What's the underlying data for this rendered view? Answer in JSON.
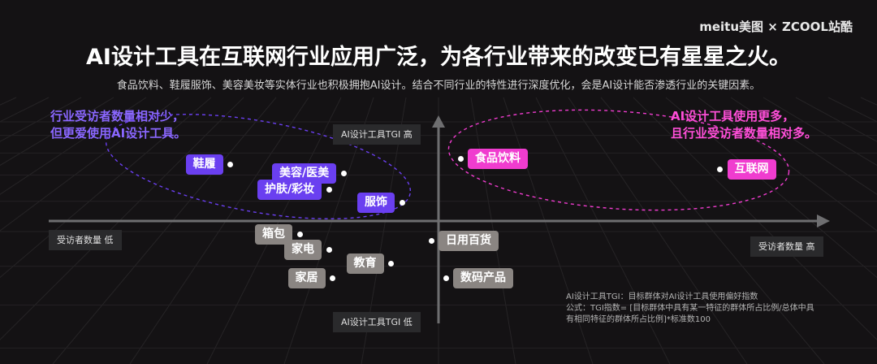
{
  "brand": {
    "text": "meitu美图 × ZCOOL站酷"
  },
  "title": "AI设计工具在互联网行业应用广泛，为各行业带来的改变已有星星之火。",
  "subtitle": "食品饮料、鞋履服饰、美容美妆等实体行业也积极拥抱AI设计。结合不同行业的特性进行深度优化，会是AI设计能否渗透行业的关键因素。",
  "notes": {
    "left": [
      "行业受访者数量相对少，",
      "但更爱使用AI设计工具。"
    ],
    "right": [
      "AI设计工具使用更多，",
      "且行业受访者数量相对多。"
    ]
  },
  "colors": {
    "purple": "#6a3ff0",
    "pink": "#f03ccf",
    "grey": "#8a8582",
    "background": "#141214"
  },
  "chart_data": {
    "type": "scatter",
    "title": "AI设计工具在互联网行业应用广泛，为各行业带来的改变已有星星之火。",
    "axes": {
      "x": {
        "low_label": "受访者数量 低",
        "high_label": "受访者数量 高"
      },
      "y": {
        "high_label": "AI设计工具TGI 高",
        "low_label": "AI设计工具TGI 低"
      }
    },
    "xlim": [
      -100,
      100
    ],
    "ylim": [
      -100,
      100
    ],
    "points": [
      {
        "label": "鞋履",
        "x": -57,
        "y": 62,
        "group": "purple"
      },
      {
        "label": "美容/医美",
        "x": -26,
        "y": 52,
        "group": "purple"
      },
      {
        "label": "护肤/彩妆",
        "x": -30,
        "y": 34,
        "group": "purple"
      },
      {
        "label": "服饰",
        "x": -10,
        "y": 20,
        "group": "purple"
      },
      {
        "label": "食品饮料",
        "x": 6,
        "y": 68,
        "group": "pink"
      },
      {
        "label": "互联网",
        "x": 77,
        "y": 57,
        "group": "pink"
      },
      {
        "label": "箱包",
        "x": -38,
        "y": -15,
        "group": "grey"
      },
      {
        "label": "家电",
        "x": -30,
        "y": -32,
        "group": "grey"
      },
      {
        "label": "日用百货",
        "x": -2,
        "y": -22,
        "group": "grey"
      },
      {
        "label": "教育",
        "x": -13,
        "y": -47,
        "group": "grey"
      },
      {
        "label": "家居",
        "x": -29,
        "y": -63,
        "group": "grey"
      },
      {
        "label": "数码产品",
        "x": 2,
        "y": -63,
        "group": "grey"
      }
    ],
    "legend_notes": [
      "AI设计工具TGI：目标群体对AI设计工具使用偏好指数",
      "公式：TGI指数= [目标群体中具有某一特征的群体所占比例/总体中具",
      "有相同特征的群体所占比例]*标准数100"
    ]
  }
}
